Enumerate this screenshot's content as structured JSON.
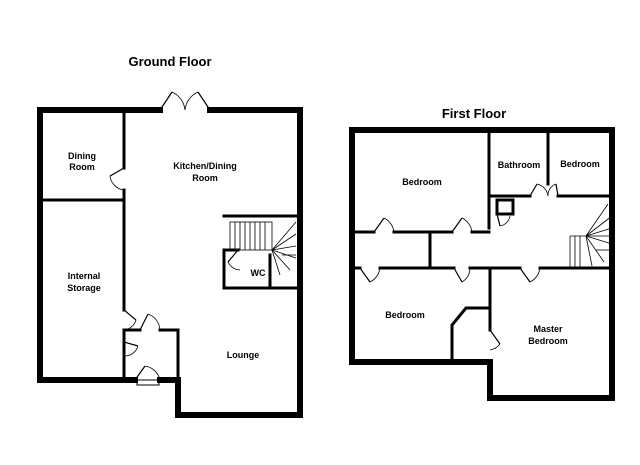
{
  "ground_floor": {
    "title": "Ground Floor",
    "rooms": {
      "dining": [
        "Dining",
        "Room"
      ],
      "kitchen": [
        "Kitchen/Dining",
        "Room"
      ],
      "storage": [
        "Internal",
        "Storage"
      ],
      "wc": "WC",
      "lounge": "Lounge"
    }
  },
  "first_floor": {
    "title": "First Floor",
    "rooms": {
      "bedroom_top_left": "Bedroom",
      "bathroom": "Bathroom",
      "bedroom_top_right": "Bedroom",
      "bedroom_bottom_left": "Bedroom",
      "master": [
        "Master",
        "Bedroom"
      ]
    }
  }
}
